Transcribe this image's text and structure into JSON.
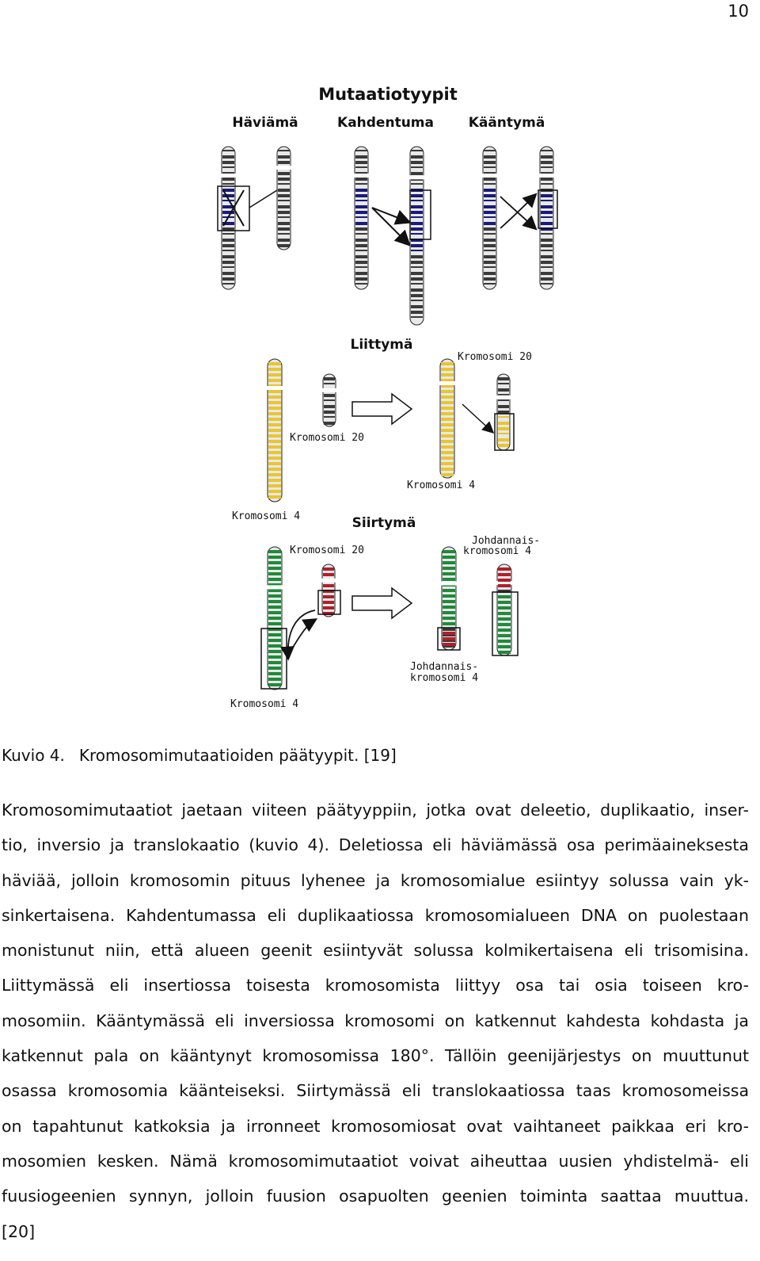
{
  "page_number": "10",
  "figure": {
    "title": "Mutaatiotyypit",
    "headings": {
      "deletion": "Häviämä",
      "duplication": "Kahdentuma",
      "inversion": "Kääntymä",
      "insertion": "Liittymä",
      "translocation": "Siirtymä"
    },
    "labels": {
      "ins_chr20_right": "Kromosomi 20",
      "ins_chr20_left": "Kromosomi 20",
      "ins_chr4_right": "Kromosomi 4",
      "ins_chr4_left": "Kromosomi 4",
      "tr_chr20": "Kromosomi 20",
      "tr_deriv_top_1": "Johdannais-",
      "tr_deriv_top_2": "kromosomi 4",
      "tr_deriv_bottom_1": "Johdannais-",
      "tr_deriv_bottom_2": "kromosomi 4",
      "tr_chr4": "Kromosomi 4"
    },
    "colors": {
      "dark_band": "#3a3a3a",
      "blue_band": "#1a1a7a",
      "yellow_band": "#e8c630",
      "green_band": "#1f8a3a",
      "red_band": "#b0202a"
    }
  },
  "caption": {
    "label": "Kuvio 4.",
    "text": "Kromosomimutaatioiden päätyypit. [19]"
  },
  "paragraph": [
    "Kromosomimutaatiot jaetaan viiteen päätyyppiin, jotka ovat deleetio, duplikaatio, inser-",
    "tio, inversio ja translokaatio (kuvio 4). Deletiossa eli häviämässä osa perimäaineksesta",
    "häviää, jolloin kromosomin pituus lyhenee ja kromosomialue esiintyy solussa vain yk-",
    "sinkertaisena. Kahdentumassa eli duplikaatiossa kromosomialueen DNA on puolestaan",
    "monistunut niin, että alueen geenit esiintyvät solussa kolmikertaisena eli trisomisina.",
    "Liittymässä eli insertiossa toisesta kromosomista liittyy osa tai osia toiseen kro-",
    "mosomiin. Kääntymässä eli inversiossa kromosomi on katkennut kahdesta kohdasta ja",
    "katkennut pala on kääntynyt kromosomissa 180°. Tällöin geenijärjestys on muuttunut",
    "osassa kromosomia käänteiseksi. Siirtymässä eli translokaatiossa taas kromosomeissa",
    "on tapahtunut katkoksia ja irronneet kromosomiosat ovat vaihtaneet paikkaa eri kro-",
    "mosomien kesken. Nämä kromosomimutaatiot voivat aiheuttaa uusien yhdistelmä- eli",
    "fuusiogeenien synnyn, jolloin fuusion osapuolten geenien toiminta saattaa muuttua.",
    "[20]"
  ]
}
